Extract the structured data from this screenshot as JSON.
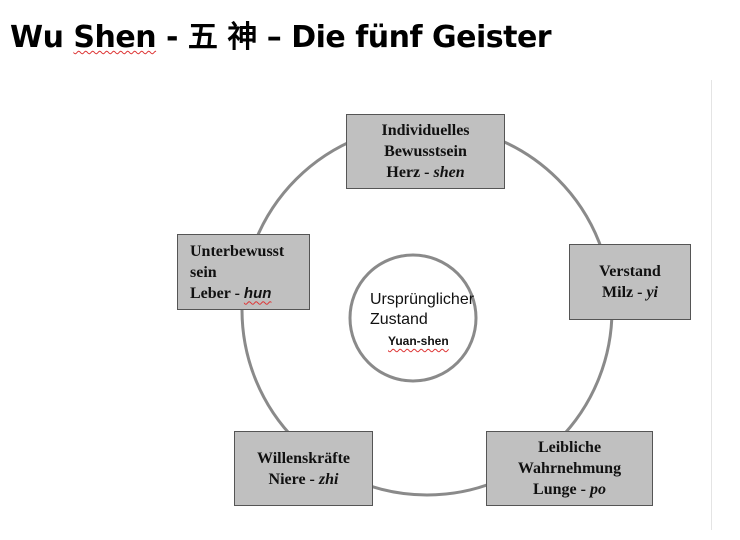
{
  "title": {
    "part1": "Wu ",
    "part2": "Shen",
    "part3": " - 五 神 – Die fünf Geister"
  },
  "center": {
    "line1": "Ursprünglicher",
    "line2": "Zustand",
    "sub": "Yuan-shen"
  },
  "nodes": {
    "heart": {
      "l1": "Individuelles",
      "l2": "Bewusstsein",
      "organ": "Herz - ",
      "spirit": "shen"
    },
    "spleen": {
      "l1": "Verstand",
      "organ": "Milz - ",
      "spirit": "yi"
    },
    "lung": {
      "l1": "Leibliche",
      "l2": "Wahrnehmung",
      "organ": "Lunge - ",
      "spirit": "po"
    },
    "kidney": {
      "l1": "Willenskräfte",
      "organ": "Niere - ",
      "spirit": "zhi"
    },
    "liver": {
      "l1": "Unterbewusst",
      "l2": "sein",
      "organ": "Leber - ",
      "spirit": "hun"
    }
  },
  "colors": {
    "box": "#c0c0c0",
    "circle": "#8a8a8a"
  }
}
